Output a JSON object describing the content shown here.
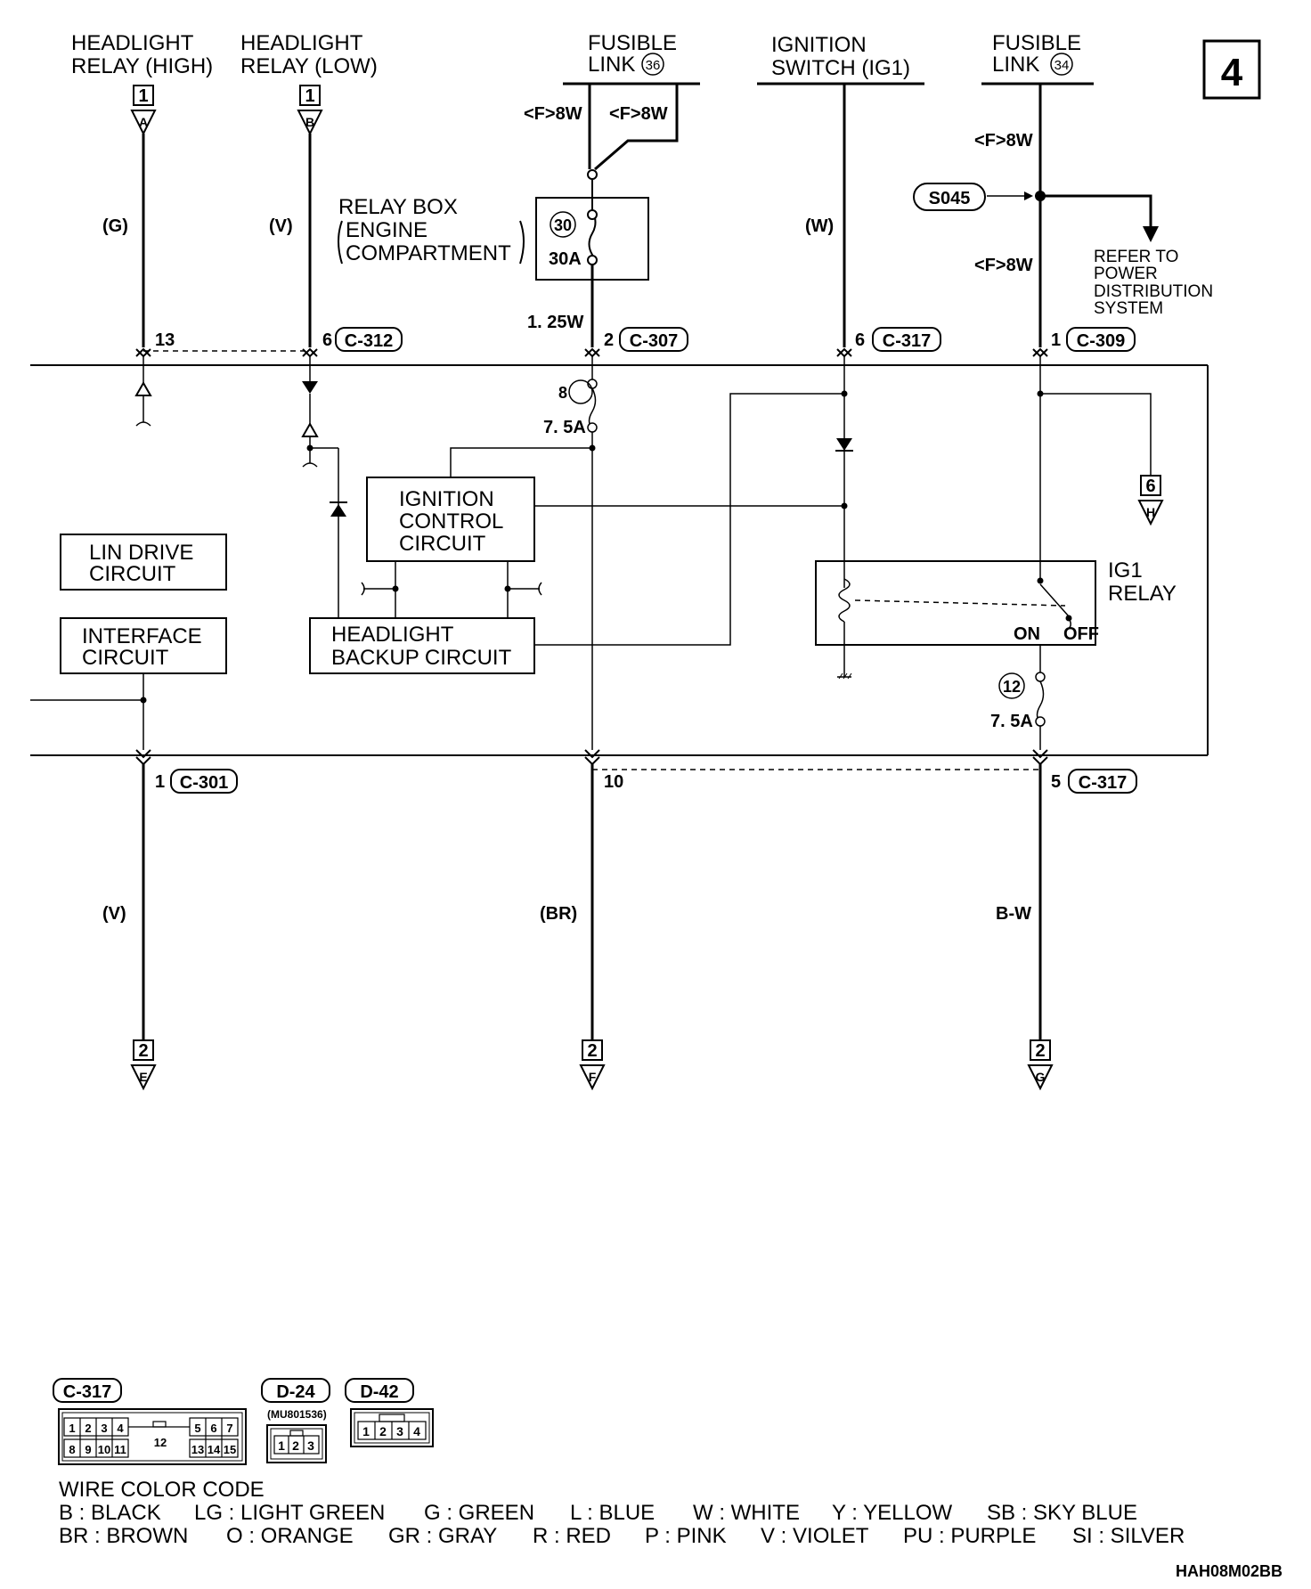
{
  "page_number": "4",
  "sources": {
    "hl_high": {
      "line1": "HEADLIGHT",
      "line2": "RELAY (HIGH)",
      "ref_num": "1",
      "ref_letter": "A"
    },
    "hl_low": {
      "line1": "HEADLIGHT",
      "line2": "RELAY (LOW)",
      "ref_num": "1",
      "ref_letter": "B"
    },
    "fusible36": {
      "line1": "FUSIBLE",
      "line2": "LINK",
      "num": "36"
    },
    "ignition": {
      "line1": "IGNITION",
      "line2": "SWITCH (IG1)"
    },
    "fusible34": {
      "line1": "FUSIBLE",
      "line2": "LINK",
      "num": "34"
    }
  },
  "wire_labels": {
    "g": "(G)",
    "v_top": "(V)",
    "w": "(W)",
    "f8w": "<F>8W",
    "w125": "1. 25W",
    "v_bottom": "(V)",
    "br": "(BR)",
    "bw": "B-W"
  },
  "relay_box": {
    "line1": "RELAY BOX",
    "line2": "ENGINE",
    "line3": "COMPARTMENT",
    "fuse_num": "30",
    "fuse_rating": "30A"
  },
  "splice": {
    "id": "S045",
    "refer1": "REFER TO",
    "refer2": "POWER",
    "refer3": "DISTRIBUTION",
    "refer4": "SYSTEM"
  },
  "connectors_top": {
    "pin13": "13",
    "pin6_312": "6",
    "c312": "C-312",
    "pin2_307": "2",
    "c307": "C-307",
    "pin6_317": "6",
    "c317": "C-317",
    "pin1_309": "1",
    "c309": "C-309"
  },
  "fuses": {
    "f8_num": "8",
    "f8_rating": "7. 5A",
    "f12_num": "12",
    "f12_rating": "7. 5A"
  },
  "blocks": {
    "ign1": "IGNITION",
    "ign2": "CONTROL",
    "ign3": "CIRCUIT",
    "lin1": "LIN DRIVE",
    "lin2": "CIRCUIT",
    "int1": "INTERFACE",
    "int2": "CIRCUIT",
    "hb1": "HEADLIGHT",
    "hb2": "BACKUP CIRCUIT",
    "ig1_1": "IG1",
    "ig1_2": "RELAY",
    "on": "ON",
    "off": "OFF"
  },
  "ref_h": {
    "num": "6",
    "letter": "H"
  },
  "connectors_bottom": {
    "pin1": "1",
    "c301": "C-301",
    "pin10": "10",
    "pin5": "5",
    "c317": "C-317"
  },
  "refs_bottom": {
    "e": {
      "num": "2",
      "letter": "E"
    },
    "f": {
      "num": "2",
      "letter": "F"
    },
    "g": {
      "num": "2",
      "letter": "G"
    }
  },
  "connector_views": {
    "c317_title": "C-317",
    "c317_row1": [
      "1",
      "2",
      "3",
      "4",
      "12",
      "5",
      "6",
      "7"
    ],
    "c317_row2": [
      "8",
      "9",
      "10",
      "11",
      "13",
      "14",
      "15"
    ],
    "d24_title": "D-24",
    "d24_part": "(MU801536)",
    "d24_pins": [
      "1",
      "2",
      "3"
    ],
    "d42_title": "D-42",
    "d42_pins": [
      "1",
      "2",
      "3",
      "4"
    ]
  },
  "legend": {
    "title": "WIRE COLOR CODE",
    "row1": [
      "B : BLACK",
      "LG : LIGHT GREEN",
      "G : GREEN",
      "L : BLUE",
      "W : WHITE",
      "Y : YELLOW",
      "SB : SKY BLUE"
    ],
    "row2": [
      "BR : BROWN",
      "O : ORANGE",
      "GR : GRAY",
      "R : RED",
      "P : PINK",
      "V : VIOLET",
      "PU : PURPLE",
      "SI : SILVER"
    ]
  },
  "diagram_code": "HAH08M02BB"
}
